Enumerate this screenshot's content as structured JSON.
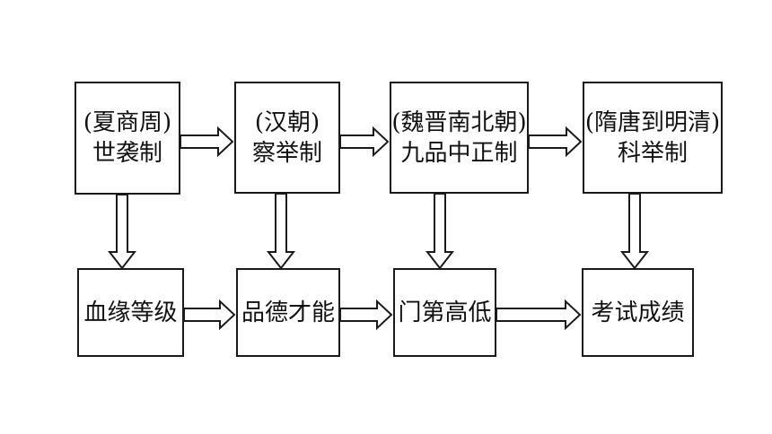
{
  "top_row": [
    {
      "line1": "(夏商周)",
      "line2": "世袭制"
    },
    {
      "line1": "(汉朝)",
      "line2": "察举制"
    },
    {
      "line1": "(魏晋南北朝)",
      "line2": "九品中正制"
    },
    {
      "line1": "(隋唐到明清)",
      "line2": "科举制"
    }
  ],
  "bottom_row": [
    {
      "label": "血缘等级"
    },
    {
      "label": "品德才能"
    },
    {
      "label": "门第高低"
    },
    {
      "label": "考试成绩"
    }
  ]
}
